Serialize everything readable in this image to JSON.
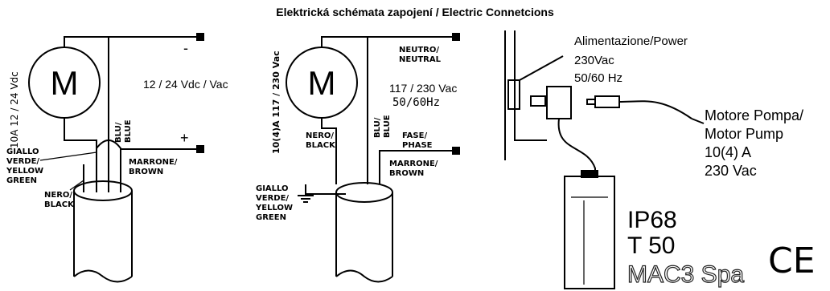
{
  "title": "Elektrická schémata zapojení / Electric Connetcions",
  "dc": {
    "rating": "10A 12 / 24 Vdc",
    "motor": "M",
    "supply": "12 / 24 Vdc / Vac",
    "minus": "-",
    "plus": "+",
    "blu_1": "BLU/",
    "blu_2": "BLUE",
    "marrone_1": "MARRONE/",
    "marrone_2": "BROWN",
    "giallo_1": "GIALLO",
    "giallo_2": "VERDE/",
    "giallo_3": "YELLOW",
    "giallo_4": "GREEN",
    "nero_1": "NERO/",
    "nero_2": "BLACK"
  },
  "ac": {
    "rating": "10(4)A 117 / 230 Vac",
    "motor": "M",
    "neutro_1": "NEUTRO/",
    "neutro_2": "NEUTRAL",
    "voltage": "117 / 230 Vac",
    "freq": "50/60Hz",
    "blu_1": "BLU/",
    "blu_2": "BLUE",
    "nero_1": "NERO/",
    "nero_2": "BLACK",
    "fase_1": "FASE/",
    "fase_2": "PHASE",
    "marrone_1": "MARRONE/",
    "marrone_2": "BROWN",
    "giallo_1": "GIALLO",
    "giallo_2": "VERDE/",
    "giallo_3": "YELLOW",
    "giallo_4": "GREEN"
  },
  "pump": {
    "power_1": "Alimentazione/Power",
    "power_2": "230Vac",
    "power_3": "50/60 Hz",
    "motor_1": "Motore Pompa/",
    "motor_2": "Motor Pump",
    "motor_3": "10(4) A",
    "motor_4": "230 Vac",
    "ip": "IP68",
    "t": "T 50",
    "brand": "MAC3 Spa",
    "ce": "CE"
  }
}
